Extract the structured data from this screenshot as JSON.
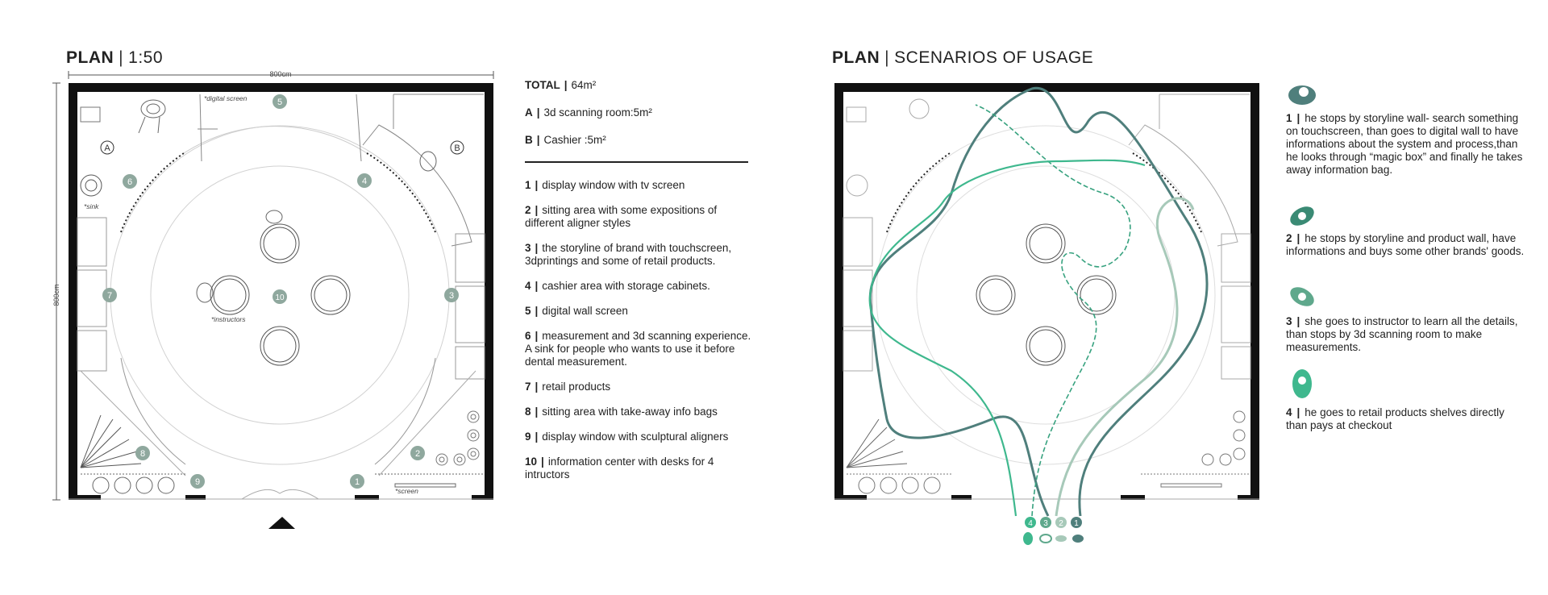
{
  "left_title": {
    "bold": "PLAN",
    "sep": "|",
    "rest": "1:50"
  },
  "right_title": {
    "bold": "PLAN",
    "sep": "|",
    "rest": "SCENARIOS OF USAGE"
  },
  "dimensions": {
    "width": "800cm",
    "height": "800cm"
  },
  "plan_labels": {
    "digital_screen": "*digital screen",
    "sink": "*sink",
    "instructors": "*instructors",
    "screen": "*screen",
    "room_a": "A",
    "room_b": "B"
  },
  "total": {
    "label": "TOTAL",
    "value": "64m²"
  },
  "rooms": [
    {
      "key": "A",
      "text": "3d scanning room:5m²"
    },
    {
      "key": "B",
      "text": "Cashier :5m²"
    }
  ],
  "legend_items": [
    {
      "num": "1",
      "text": "display window with tv screen"
    },
    {
      "num": "2",
      "text": "sitting area with some expositions of different aligner styles"
    },
    {
      "num": "3",
      "text": "the storyline of brand with touchscreen, 3dprintings and some of retail products."
    },
    {
      "num": "4",
      "text": "cashier area with storage cabinets."
    },
    {
      "num": "5",
      "text": "digital wall screen"
    },
    {
      "num": "6",
      "text": "measurement and 3d scanning experience. A sink for people who wants to use it before dental measurement."
    },
    {
      "num": "7",
      "text": "retail products"
    },
    {
      "num": "8",
      "text": "sitting area with take-away info bags"
    },
    {
      "num": "9",
      "text": "display window with sculptural aligners"
    },
    {
      "num": "10",
      "text": "information center with desks for 4 intructors"
    }
  ],
  "scenarios": [
    {
      "num": "1",
      "text": "he stops by storyline wall- search something on touchscreen, than goes to digital wall to have informations about the system and process,than he looks through “magic box” and finally he takes away information bag.",
      "color": "#4f7f7c"
    },
    {
      "num": "2",
      "text": "he stops by storyline and product wall, have informations and buys some other brands' goods.",
      "color": "#3a8a74"
    },
    {
      "num": "3",
      "text": "she goes to instructor to learn all the details, than stops by 3d scanning room to make measurements.",
      "color": "#5fa88c"
    },
    {
      "num": "4",
      "text": "he goes to retail products shelves directly than pays at checkout",
      "color": "#3fb88e"
    }
  ],
  "entrance_numbers": [
    "4",
    "3",
    "2",
    "1"
  ],
  "colors": {
    "marker_fill": "#8fa89e",
    "path_1": "#4f7f7c",
    "path_2": "#37a27f",
    "path_3": "#5fae8e",
    "path_4": "#a7c9b9",
    "wall": "#111111"
  }
}
